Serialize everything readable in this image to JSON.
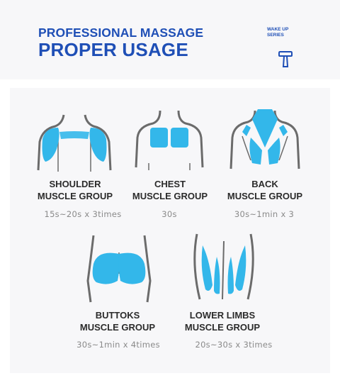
{
  "header": {
    "title_line1": "PROFESSIONAL MASSAGE",
    "title_line2": "PROPER USAGE",
    "brand_line1": "WAKE UP",
    "brand_line2": "SERIES",
    "brand_icon": "massage-gun-icon"
  },
  "groups": [
    {
      "line1": "SHOULDER",
      "line2": "MUSCLE GROUP",
      "time": "15s~20s x 3times",
      "icon": "shoulder-muscle-icon"
    },
    {
      "line1": "CHEST",
      "line2": "MUSCLE GROUP",
      "time": "30s",
      "icon": "chest-muscle-icon"
    },
    {
      "line1": "BACK",
      "line2": "MUSCLE GROUP",
      "time": "30s~1min x 3",
      "icon": "back-muscle-icon"
    },
    {
      "line1": "BUTTOKS",
      "line2": "MUSCLE GROUP",
      "time": "30s~1min x 4times",
      "icon": "buttocks-muscle-icon"
    },
    {
      "line1": "LOWER LIMBS",
      "line2": "MUSCLE GROUP",
      "time": "20s~30s x 3times",
      "icon": "lower-limbs-muscle-icon"
    }
  ],
  "colors": {
    "title": "#1f4fb6",
    "muscle": "#33b7ea",
    "outline": "#6b6b6b",
    "panel": "#f7f7f9"
  }
}
